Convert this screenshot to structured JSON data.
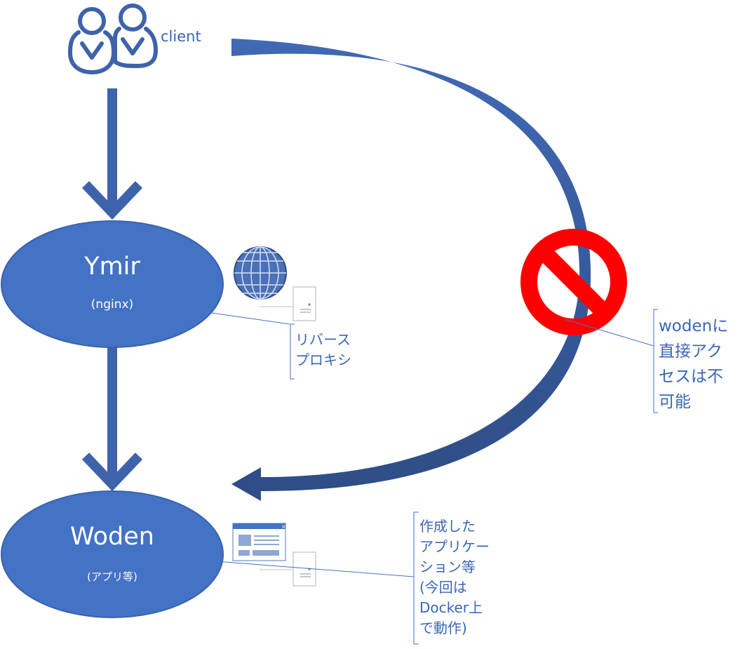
{
  "client": {
    "label": "client",
    "icon": "users-icon"
  },
  "nodes": {
    "ymir": {
      "title": "Ymir",
      "subtitle": "(nginx)"
    },
    "woden": {
      "title": "Woden",
      "subtitle": "(アプリ等)"
    }
  },
  "callouts": {
    "proxy": {
      "lines": [
        "リバース",
        "プロキシ"
      ]
    },
    "app": {
      "lines": [
        "作成した",
        "アプリケー",
        "ション等",
        "(今回は",
        "Docker上",
        "で動作)"
      ]
    },
    "no_access": {
      "lines": [
        "wodenに",
        "直接アク",
        "セスは不",
        "可能"
      ]
    }
  },
  "colors": {
    "accent": "#4472c4",
    "arrow": "#3e63ab",
    "arrow_dark": "#2f4d86",
    "prohibit": "#ff0000",
    "text": "#3a66b5"
  },
  "icons": [
    "users-icon",
    "globe-icon",
    "server-icon",
    "window-icon",
    "no-entry-icon"
  ]
}
